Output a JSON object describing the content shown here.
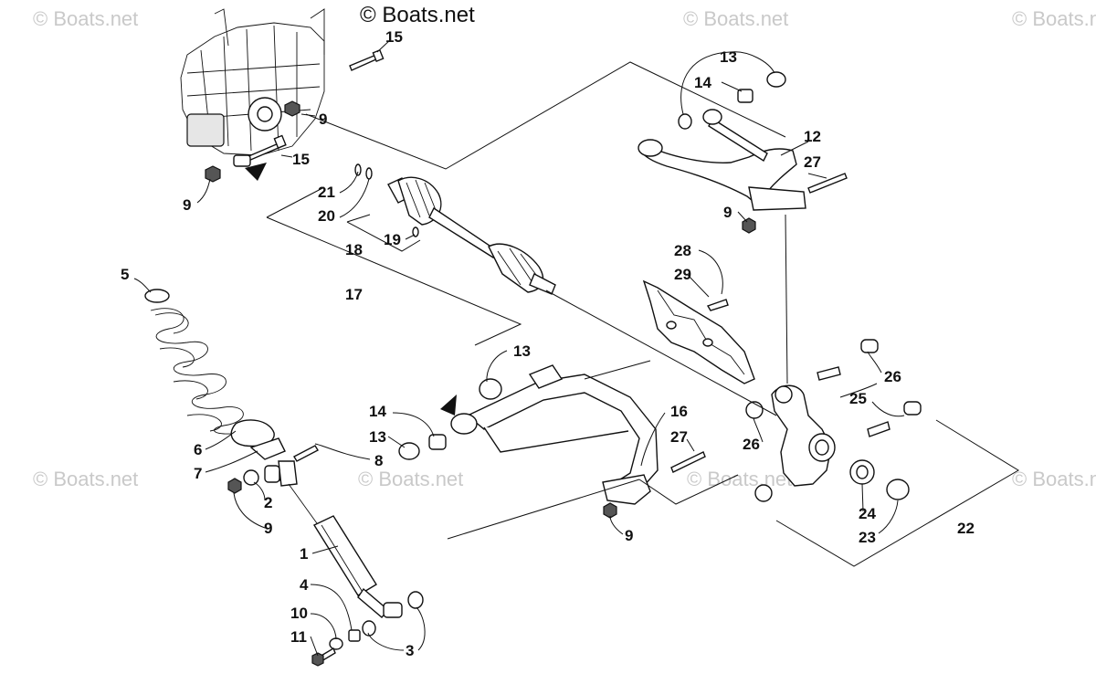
{
  "watermarks": {
    "top_center": "© Boats.net",
    "repeat": "© Boats.net"
  },
  "callouts": {
    "c1": "1",
    "c2": "2",
    "c3": "3",
    "c4": "4",
    "c5": "5",
    "c6": "6",
    "c7": "7",
    "c8": "8",
    "c9a": "9",
    "c9b": "9",
    "c9c": "9",
    "c9d": "9",
    "c9e": "9",
    "c10": "10",
    "c11": "11",
    "c12": "12",
    "c13a": "13",
    "c13b": "13",
    "c13c": "13",
    "c14a": "14",
    "c14b": "14",
    "c15a": "15",
    "c15b": "15",
    "c16": "16",
    "c17": "17",
    "c18": "18",
    "c19": "19",
    "c20": "20",
    "c21": "21",
    "c22": "22",
    "c23": "23",
    "c24": "24",
    "c25": "25",
    "c26a": "26",
    "c26b": "26",
    "c27a": "27",
    "c27b": "27",
    "c28": "28",
    "c29": "29"
  }
}
